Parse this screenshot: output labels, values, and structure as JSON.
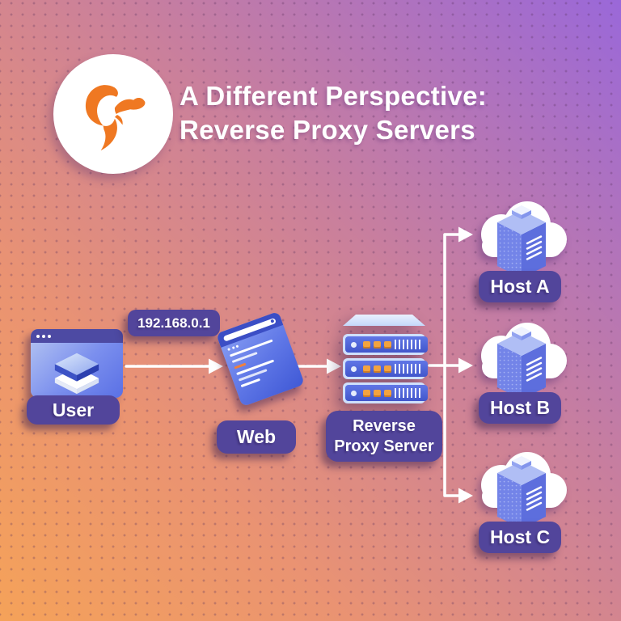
{
  "header": {
    "title_line1": "A Different Perspective:",
    "title_line2": "Reverse Proxy Servers",
    "logo_icon": "squirrel-logo",
    "logo_color": "#ef7822"
  },
  "diagram": {
    "user": {
      "label": "User",
      "icon": "browser-window-layers"
    },
    "ip_label": "192.168.0.1",
    "web": {
      "label": "Web",
      "icon": "browser-window-content"
    },
    "proxy": {
      "label_line1": "Reverse",
      "label_line2": "Proxy Server",
      "icon": "server-rack"
    },
    "hosts": [
      {
        "label": "Host A",
        "icon": "cloud-server-tower"
      },
      {
        "label": "Host B",
        "icon": "cloud-server-tower"
      },
      {
        "label": "Host C",
        "icon": "cloud-server-tower"
      }
    ]
  },
  "colors": {
    "gradient_bottom_left": "#f5a259",
    "gradient_top_right": "#9a68d9",
    "label_pill": "#52459b",
    "accent_orange": "#f3a33f",
    "connector": "#ffffff",
    "icon_blue": "#5a70e5"
  }
}
